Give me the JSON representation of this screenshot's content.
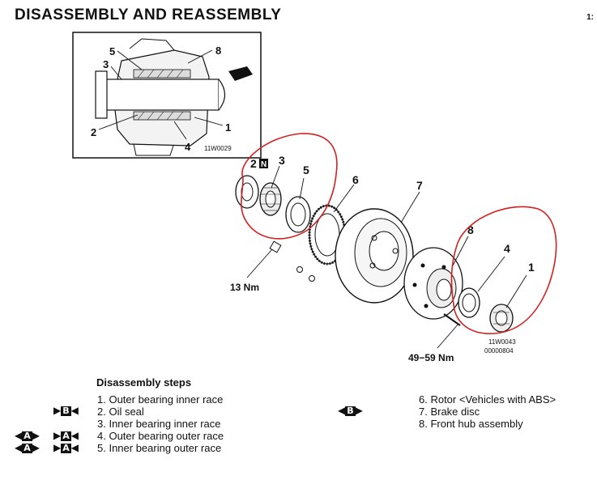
{
  "header": {
    "title": "DISASSEMBLY AND REASSEMBLY",
    "page_corner": "1:"
  },
  "inset": {
    "code": "11W0029",
    "labels": [
      "1",
      "2",
      "3",
      "4",
      "5",
      "8"
    ]
  },
  "exploded": {
    "labels": [
      "1",
      "2",
      "3",
      "4",
      "5",
      "6",
      "7",
      "8"
    ],
    "part2_badge": "N",
    "torque_13": "13 Nm",
    "torque_49": "49−59 Nm",
    "code1": "11W0043",
    "code2": "00000804"
  },
  "steps": {
    "title": "Disassembly steps",
    "left": [
      "1. Outer bearing inner race",
      "2. Oil seal",
      "3. Inner bearing inner race",
      "4. Outer bearing outer race",
      "5. Inner bearing outer race"
    ],
    "right": [
      "6. Rotor <Vehicles with ABS>",
      "7. Brake disc",
      "8. Front hub assembly"
    ],
    "markers": {
      "b": "B",
      "a": "A"
    }
  },
  "colors": {
    "annotation": "#d42020",
    "ink": "#111111"
  }
}
